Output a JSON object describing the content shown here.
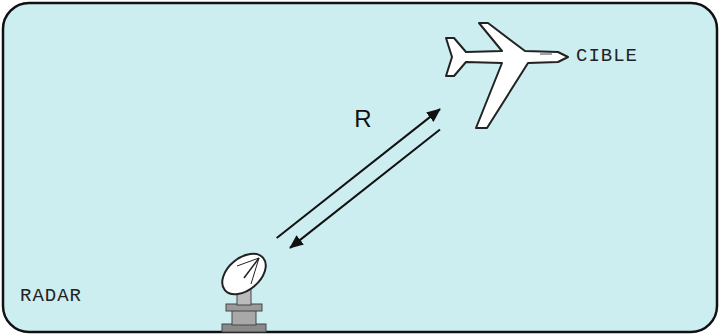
{
  "diagram": {
    "nodes": [
      {
        "text": [
          "CIBLE"
        ]
      },
      {
        "text": [
          "RADAR"
        ]
      }
    ],
    "edges": [
      {
        "from": 1,
        "to": 0,
        "arrow": "to",
        "label": "R"
      },
      {
        "from": 0,
        "to": 1,
        "arrow": "to"
      }
    ]
  }
}
